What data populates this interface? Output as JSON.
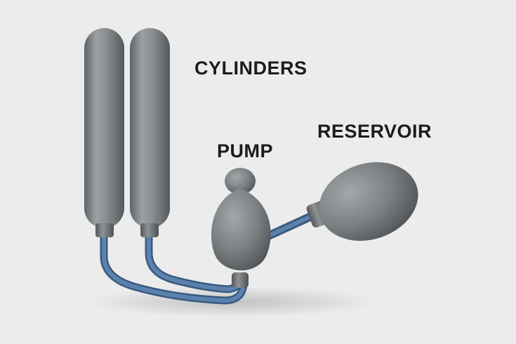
{
  "labels": {
    "cylinders": "CYLINDERS",
    "pump": "PUMP",
    "reservoir": "RESERVOIR"
  },
  "colors": {
    "background": "#ececec",
    "component_gray": "#7f8487",
    "tubing_blue": "#4a6f98",
    "label_text": "#1c1c1c"
  }
}
